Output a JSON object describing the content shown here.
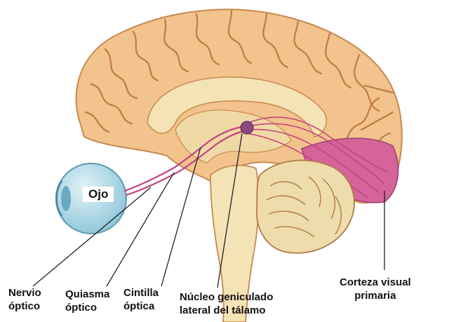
{
  "colors": {
    "cortex_fill": "#f2c38c",
    "cortex_stroke": "#c8894f",
    "midline_fill": "#f4e3b5",
    "visual_cortex": "#d5649b",
    "cerebellum_fill": "#efdcac",
    "eye_fill": "#b9dde9",
    "optic_pathway": "#c1457e",
    "lgn": "#8a4a80"
  },
  "labels": {
    "eye": "Ojo",
    "optic_nerve": [
      "Nervio",
      "óptico"
    ],
    "optic_chiasm": [
      "Quiasma",
      "óptico"
    ],
    "optic_tract": [
      "Cintilla",
      "óptica"
    ],
    "lgn": [
      "Núcleo geniculado",
      "lateral del tálamo"
    ],
    "visual_cortex": [
      "Corteza visual",
      "primaria"
    ]
  }
}
